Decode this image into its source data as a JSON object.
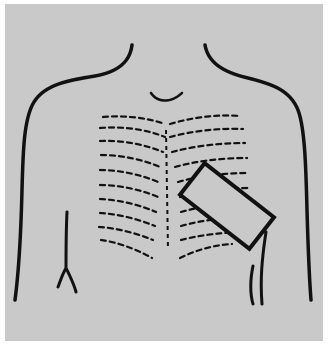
{
  "figure": {
    "subject": "torso-outline-with-rib-cage-and-probe",
    "colors": {
      "background": "#c9c9c9",
      "frame": "#ffffff",
      "ink": "#111111"
    },
    "parts": {
      "outline": "torso-outline",
      "ribs": "rib-cage-dashed",
      "probe": "probe-rectangle",
      "chin": "chin-curve"
    }
  }
}
